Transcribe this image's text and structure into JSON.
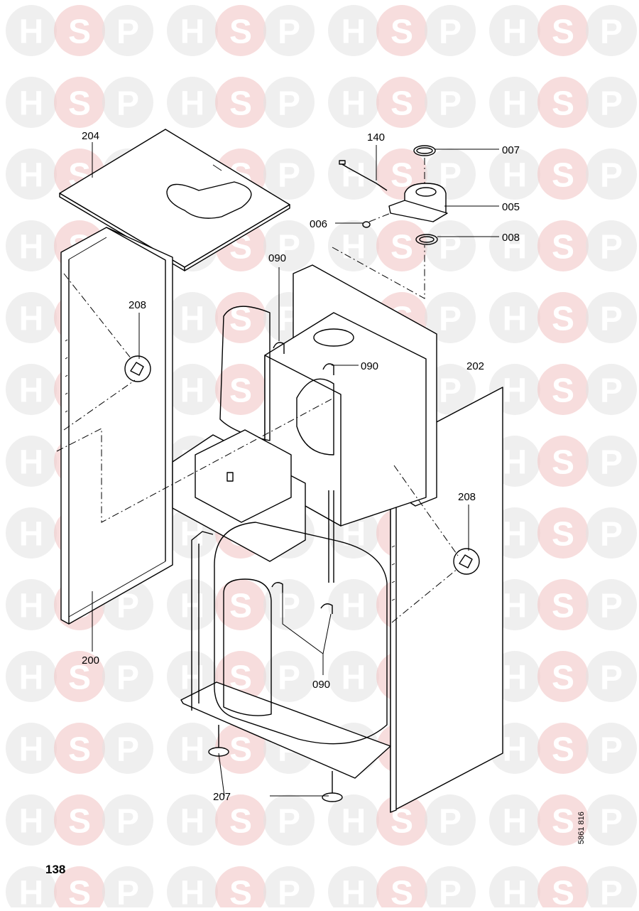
{
  "watermark": {
    "letters": [
      "H",
      "S",
      "P"
    ]
  },
  "callouts": [
    {
      "id": "204",
      "label": "204"
    },
    {
      "id": "140",
      "label": "140"
    },
    {
      "id": "007",
      "label": "007"
    },
    {
      "id": "005",
      "label": "005"
    },
    {
      "id": "006",
      "label": "006"
    },
    {
      "id": "008",
      "label": "008"
    },
    {
      "id": "090a",
      "label": "090"
    },
    {
      "id": "090b",
      "label": "090"
    },
    {
      "id": "090c",
      "label": "090"
    },
    {
      "id": "208a",
      "label": "208"
    },
    {
      "id": "208b",
      "label": "208"
    },
    {
      "id": "202",
      "label": "202"
    },
    {
      "id": "200",
      "label": "200"
    },
    {
      "id": "207",
      "label": "207"
    }
  ],
  "page_number": "138",
  "document_code": "5861 816",
  "colors": {
    "line": "#000000",
    "watermark_grey": "#e2e2e2",
    "watermark_red": "#f2c7c7"
  }
}
